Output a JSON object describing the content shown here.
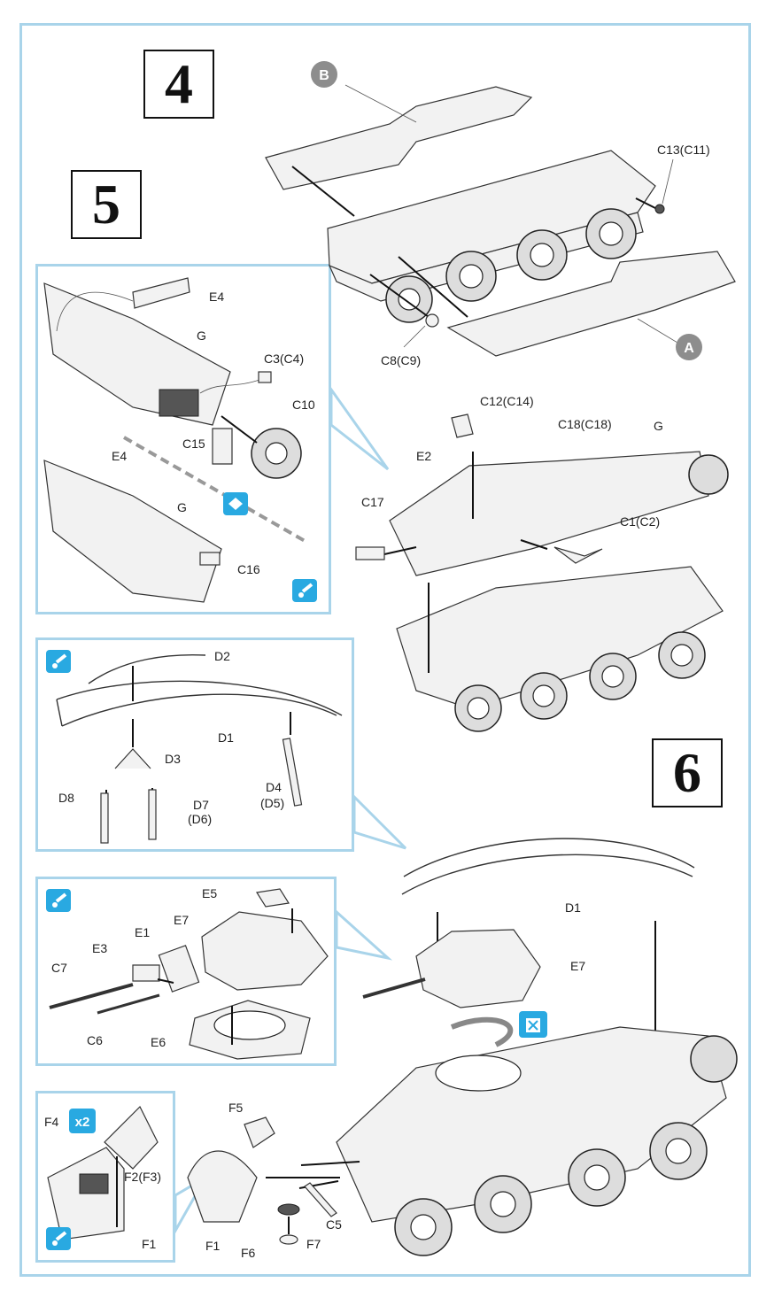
{
  "steps": {
    "step4": "4",
    "step5": "5",
    "step6": "6"
  },
  "callouts": {
    "a": "A",
    "b": "B"
  },
  "multiplier": "x2",
  "labels": {
    "c13": "C13(C11)",
    "c8": "C8(C9)",
    "e4_top": "E4",
    "g_top": "G",
    "c3": "C3(C4)",
    "c10": "C10",
    "c15": "C15",
    "e4_bottom": "E4",
    "g_bottom": "G",
    "c16": "C16",
    "e2": "E2",
    "c12": "C12(C14)",
    "c18": "C18(C18)",
    "g_main": "G",
    "c17": "C17",
    "c1": "C1(C2)",
    "d2": "D2",
    "d1_inset": "D1",
    "d3": "D3",
    "d8": "D8",
    "d7": "D7",
    "d6": "(D6)",
    "d4": "D4",
    "d5": "(D5)",
    "e5": "E5",
    "e7_inset": "E7",
    "e1": "E1",
    "e3": "E3",
    "c7": "C7",
    "c6": "C6",
    "e6": "E6",
    "d1_main": "D1",
    "e7_main": "E7",
    "f4": "F4",
    "f2": "F2(F3)",
    "f1_inset": "F1",
    "f5": "F5",
    "c5": "C5",
    "f1_main": "F1",
    "f6": "F6",
    "f7": "F7"
  },
  "icons": {
    "note": "attention-icon",
    "alternative": "swap-icon",
    "cement": "no-cement-icon",
    "accent_color": "#29a9e1",
    "frame_color": "#a9d4ea"
  }
}
